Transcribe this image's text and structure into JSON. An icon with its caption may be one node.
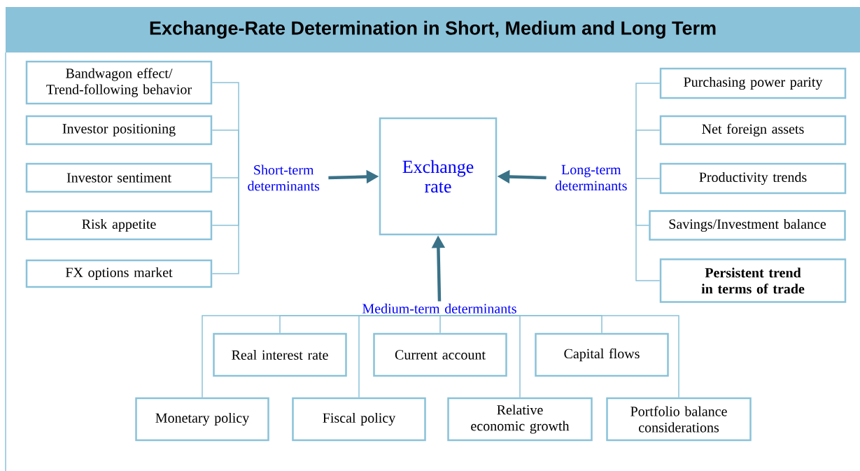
{
  "diagram": {
    "title": "Exchange-Rate Determination in Short, Medium and Long Term",
    "nodes": [
      {
        "text": [
          "Exchange rate"
        ]
      },
      {
        "text": [
          "Bandwagon effect/ Trend-following behavior"
        ]
      },
      {
        "text": [
          "Investor positioning"
        ]
      },
      {
        "text": [
          "Investor sentiment"
        ]
      },
      {
        "text": [
          "Risk appetite"
        ]
      },
      {
        "text": [
          "FX options market"
        ]
      },
      {
        "text": [
          "Short-term determinants"
        ]
      },
      {
        "text": [
          "Long-term determinants"
        ]
      },
      {
        "text": [
          "Purchasing power parity"
        ]
      },
      {
        "text": [
          "Net foreign assets"
        ]
      },
      {
        "text": [
          "Productivity trends"
        ]
      },
      {
        "text": [
          "Savings/Investment balance"
        ]
      },
      {
        "text": [
          "Persistent trend in terms of trade"
        ]
      },
      {
        "text": [
          "Medium-term determinants"
        ]
      },
      {
        "text": [
          "Real interest rate"
        ]
      },
      {
        "text": [
          "Current account"
        ]
      },
      {
        "text": [
          "Capital flows"
        ]
      },
      {
        "text": [
          "Monetary policy"
        ]
      },
      {
        "text": [
          "Fiscal policy"
        ]
      },
      {
        "text": [
          "Relative economic growth"
        ]
      },
      {
        "text": [
          "Portfolio balance considerations"
        ]
      }
    ],
    "edges": [
      {
        "from": 6,
        "to": 0,
        "arrow": "to",
        "style": "thick",
        "color": "#3a7288"
      },
      {
        "from": 7,
        "to": 0,
        "arrow": "to",
        "style": "thick",
        "color": "#3a7288"
      },
      {
        "from": 13,
        "to": 0,
        "arrow": "to",
        "style": "thick",
        "color": "#3a7288"
      },
      {
        "from": 1,
        "to": 6,
        "arrow": "none"
      },
      {
        "from": 2,
        "to": 6,
        "arrow": "none"
      },
      {
        "from": 3,
        "to": 6,
        "arrow": "none"
      },
      {
        "from": 4,
        "to": 6,
        "arrow": "none"
      },
      {
        "from": 5,
        "to": 6,
        "arrow": "none"
      },
      {
        "from": 8,
        "to": 7,
        "arrow": "none"
      },
      {
        "from": 9,
        "to": 7,
        "arrow": "none"
      },
      {
        "from": 10,
        "to": 7,
        "arrow": "none"
      },
      {
        "from": 11,
        "to": 7,
        "arrow": "none"
      },
      {
        "from": 12,
        "to": 7,
        "arrow": "none"
      },
      {
        "from": 14,
        "to": 13,
        "arrow": "none"
      },
      {
        "from": 15,
        "to": 13,
        "arrow": "none"
      },
      {
        "from": 16,
        "to": 13,
        "arrow": "none"
      },
      {
        "from": 17,
        "to": 13,
        "arrow": "none"
      },
      {
        "from": 18,
        "to": 13,
        "arrow": "none"
      },
      {
        "from": 19,
        "to": 13,
        "arrow": "none"
      },
      {
        "from": 20,
        "to": 13,
        "arrow": "none"
      }
    ]
  }
}
